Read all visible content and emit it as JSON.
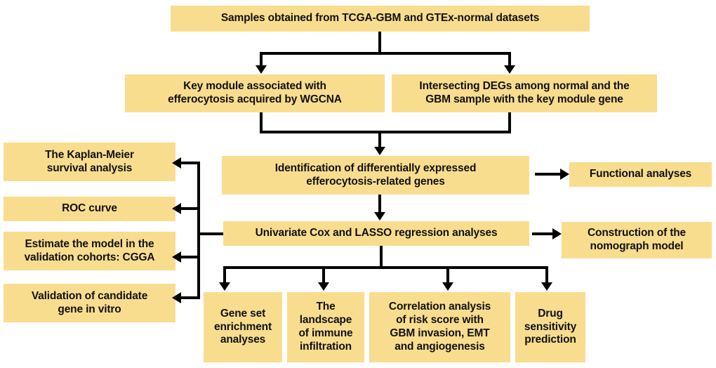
{
  "diagram": {
    "title": "Study workflow flowchart",
    "palette": {
      "box_fill": "#f9dd8f",
      "text": "#111111",
      "connector": "#000000",
      "background": "#ffffff"
    },
    "nodes": {
      "samples": "Samples obtained from TCGA-GBM and GTEx-normal datasets",
      "key_module": "Key module associated with\nefferocytosis acquired by WGCNA",
      "intersecting_degs": "Intersecting DEGs among normal and the\nGBM sample with the key module gene",
      "identification": "Identification  of differentially expressed\nefferocytosis-related genes",
      "functional_analyses": "Functional  analyses",
      "kaplan_meier": "The Kaplan-Meier\nsurvival analysis",
      "roc_curve": "ROC curve",
      "univariate_cox": "Univariate Cox and LASSO regression analyses",
      "nomograph": "Construction of the\nnomograph model",
      "estimate_model": "Estimate the model in the\nvalidation cohorts: CGGA",
      "validation_candidate": "Validation of candidate\ngene in vitro",
      "gene_set": "Gene set\nenrichment\nanalyses",
      "immune_landscape": "The\nlandscape\nof immune\ninfiltration",
      "correlation": "Correlation analysis\nof risk score with\nGBM invasion, EMT\nand angiogenesis",
      "drug_sensitivity": "Drug\nsensitivity\nprediction"
    },
    "connectors": [
      "samples-to-split",
      "split-to-key-module",
      "split-to-intersecting-degs",
      "key-module-to-merge",
      "intersecting-degs-to-merge",
      "merge-to-identification",
      "identification-to-functional-analyses",
      "identification-to-univariate-cox",
      "univariate-cox-to-left-spine",
      "left-spine-to-kaplan-meier",
      "left-spine-to-roc-curve",
      "left-spine-to-estimate-model",
      "left-spine-to-validation-candidate",
      "univariate-cox-to-nomograph",
      "univariate-cox-to-bottom-fan",
      "bottom-fan-to-gene-set",
      "bottom-fan-to-immune-landscape",
      "bottom-fan-to-correlation",
      "bottom-fan-to-drug-sensitivity"
    ]
  }
}
